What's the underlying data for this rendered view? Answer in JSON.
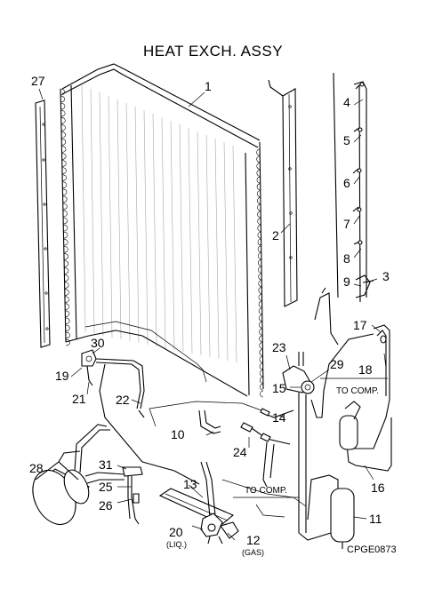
{
  "title": "HEAT EXCH. ASSY",
  "part_labels": {
    "p1": "1",
    "p2": "2",
    "p3": "3",
    "p4": "4",
    "p5": "5",
    "p6": "6",
    "p7": "7",
    "p8": "8",
    "p9": "9",
    "p10": "10",
    "p11": "11",
    "p12": "12",
    "p13": "13",
    "p14": "14",
    "p15": "15",
    "p16": "16",
    "p17": "17",
    "p18": "18",
    "p19": "19",
    "p20": "20",
    "p21": "21",
    "p22": "22",
    "p23": "23",
    "p24": "24",
    "p25": "25",
    "p26": "26",
    "p27": "27",
    "p28": "28",
    "p29": "29",
    "p30": "30",
    "p31": "31"
  },
  "notes": {
    "liq": "(LIQ.)",
    "gas": "(GAS)",
    "to_comp_upper": "TO COMP.",
    "to_comp_lower": "TO COMP."
  },
  "drawing_code": "CPGE0873"
}
